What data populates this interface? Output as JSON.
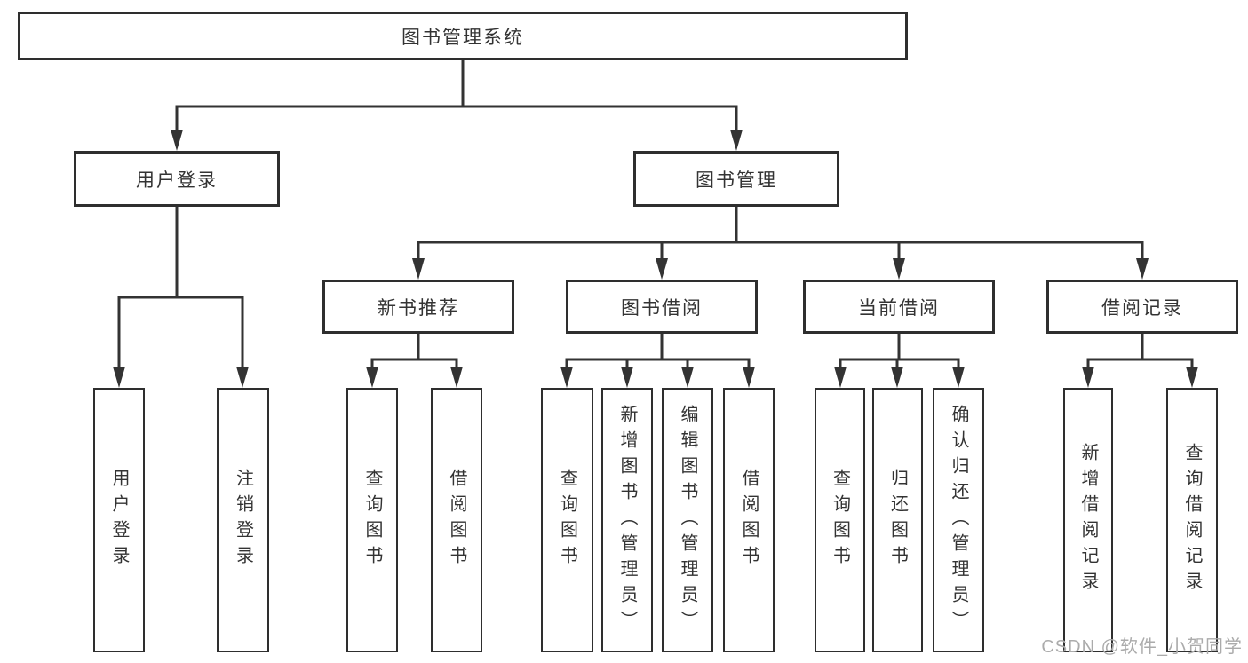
{
  "diagram": {
    "title": "图书管理系统",
    "nodes": {
      "root": {
        "label": "图书管理系统"
      },
      "user_login": {
        "label": "用户登录"
      },
      "book_mgmt": {
        "label": "图书管理"
      },
      "new_book_rec": {
        "label": "新书推荐"
      },
      "book_borrow": {
        "label": "图书借阅"
      },
      "current_borrow": {
        "label": "当前借阅"
      },
      "borrow_records": {
        "label": "借阅记录"
      },
      "leaf_user_login": {
        "label": "用户登录"
      },
      "leaf_logout": {
        "label": "注销登录"
      },
      "leaf_query_book_a": {
        "label": "查询图书"
      },
      "leaf_borrow_book_a": {
        "label": "借阅图书"
      },
      "leaf_query_book_b": {
        "label": "查询图书"
      },
      "leaf_add_book": {
        "label": "新增图书（管理员）"
      },
      "leaf_edit_book": {
        "label": "编辑图书（管理员）"
      },
      "leaf_borrow_book_b": {
        "label": "借阅图书"
      },
      "leaf_query_book_c": {
        "label": "查询图书"
      },
      "leaf_return_book": {
        "label": "归还图书"
      },
      "leaf_confirm_return": {
        "label": "确认归还（管理员）"
      },
      "leaf_add_record": {
        "label": "新增借阅记录"
      },
      "leaf_query_record": {
        "label": "查询借阅记录"
      }
    },
    "colors": {
      "line": "#333333",
      "box_border": "#2e2e2e",
      "text": "#333333",
      "watermark": "#ababab",
      "background": "#ffffff"
    }
  },
  "watermark": {
    "text": "CSDN @软件_小贺同学"
  }
}
